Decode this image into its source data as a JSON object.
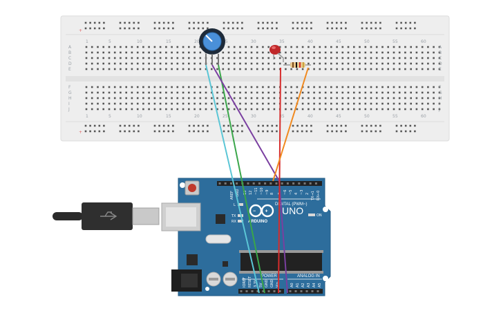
{
  "colors": {
    "breadboard": "#eeeeee",
    "board": "#2d6d9c",
    "board_dark": "#1e5078",
    "hole": "#555555",
    "rail_plus": "#e06060",
    "wire_cyan": "#5bc6d6",
    "wire_green": "#3aa64a",
    "wire_purple": "#7a3fa0",
    "wire_red": "#d62c2c",
    "wire_orange": "#f0891f",
    "led": "#c0282a"
  },
  "breadboard": {
    "column_numbers": [
      "1",
      "5",
      "10",
      "15",
      "20",
      "25",
      "30",
      "35",
      "40",
      "45",
      "50",
      "55",
      "60"
    ],
    "rows_top": [
      "A",
      "B",
      "C",
      "D",
      "E"
    ],
    "rows_bottom": [
      "F",
      "G",
      "H",
      "I",
      "J"
    ],
    "rail_plus": "+",
    "rail_minus": "-"
  },
  "arduino": {
    "brand": "ARDUINO",
    "model": "UNO",
    "digital_label": "DIGITAL (PWM~)",
    "analog_label": "ANALOG IN",
    "power_label": "POWER",
    "on_label": "ON",
    "tx_label": "TX",
    "rx_label": "RX",
    "l_label": "L",
    "digital_pins": [
      "AREF",
      "GND",
      "13",
      "12",
      "~11",
      "~10",
      "~9",
      "8",
      "7",
      "~6",
      "~5",
      "4",
      "~3",
      "2",
      "TX→1",
      "RX←0"
    ],
    "power_pins": [
      "IOREF",
      "RESET",
      "3.3V",
      "5V",
      "GND",
      "GND",
      "Vin"
    ],
    "analog_pins": [
      "A0",
      "A1",
      "A2",
      "A3",
      "A4",
      "A5"
    ]
  },
  "components": {
    "potentiometer": "potentiometer",
    "led": "led",
    "resistor": "resistor",
    "usb": "usb-cable"
  }
}
